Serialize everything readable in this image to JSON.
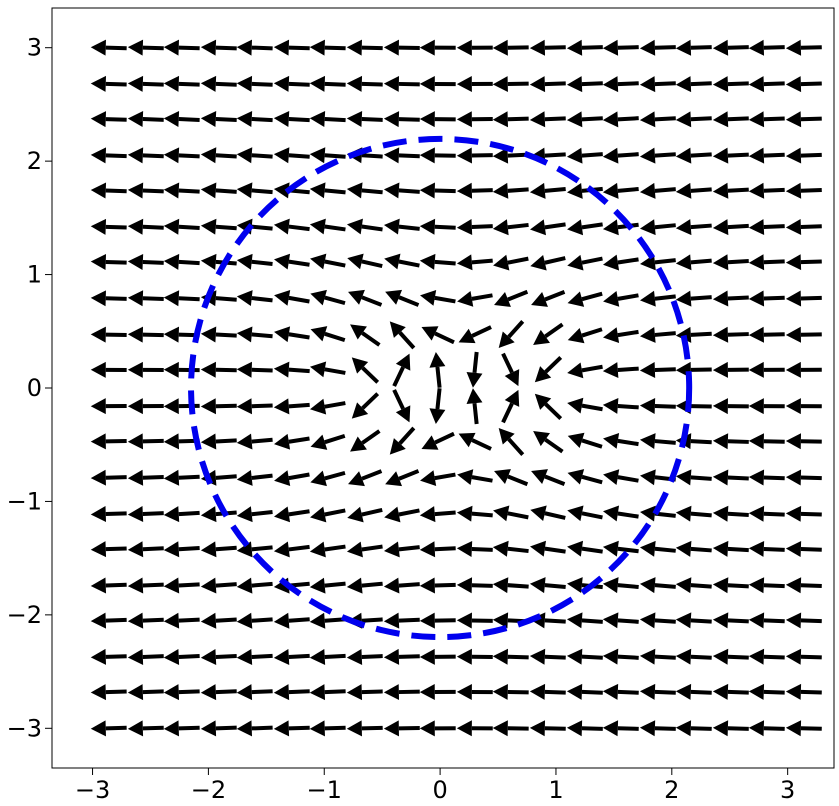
{
  "chart_data": {
    "type": "quiver",
    "title": "",
    "xlabel": "",
    "ylabel": "",
    "xlim": [
      -3.35,
      3.4
    ],
    "ylim": [
      -3.35,
      3.35
    ],
    "x_ticks": [
      -3,
      -2,
      -1,
      0,
      1,
      2,
      3
    ],
    "y_ticks": [
      -3,
      -2,
      -1,
      0,
      1,
      2,
      3
    ],
    "x_tick_labels": [
      "−3",
      "−2",
      "−1",
      "0",
      "1",
      "2",
      "3"
    ],
    "y_tick_labels": [
      "−3",
      "−2",
      "−1",
      "0",
      "1",
      "2",
      "3"
    ],
    "grid": false,
    "field": {
      "x": [
        -3.0,
        -2.68,
        -2.37,
        -2.05,
        -1.74,
        -1.42,
        -1.11,
        -0.79,
        -0.47,
        -0.16,
        0.16,
        0.47,
        0.79,
        1.11,
        1.42,
        1.74,
        2.05,
        2.37,
        2.68,
        3.0
      ],
      "y": [
        -3.0,
        -2.68,
        -2.37,
        -2.05,
        -1.74,
        -1.42,
        -1.11,
        -0.79,
        -0.47,
        -0.16,
        0.16,
        0.47,
        0.79,
        1.11,
        1.42,
        1.74,
        2.05,
        2.37,
        2.68,
        3.0
      ],
      "vector": "uniform leftward flow perturbed by a circular obstacle",
      "arrow_color": "#000000"
    },
    "circle": {
      "center": [
        0,
        0
      ],
      "radius": 2.15,
      "style": "dashed",
      "color": "#0000ee"
    }
  }
}
